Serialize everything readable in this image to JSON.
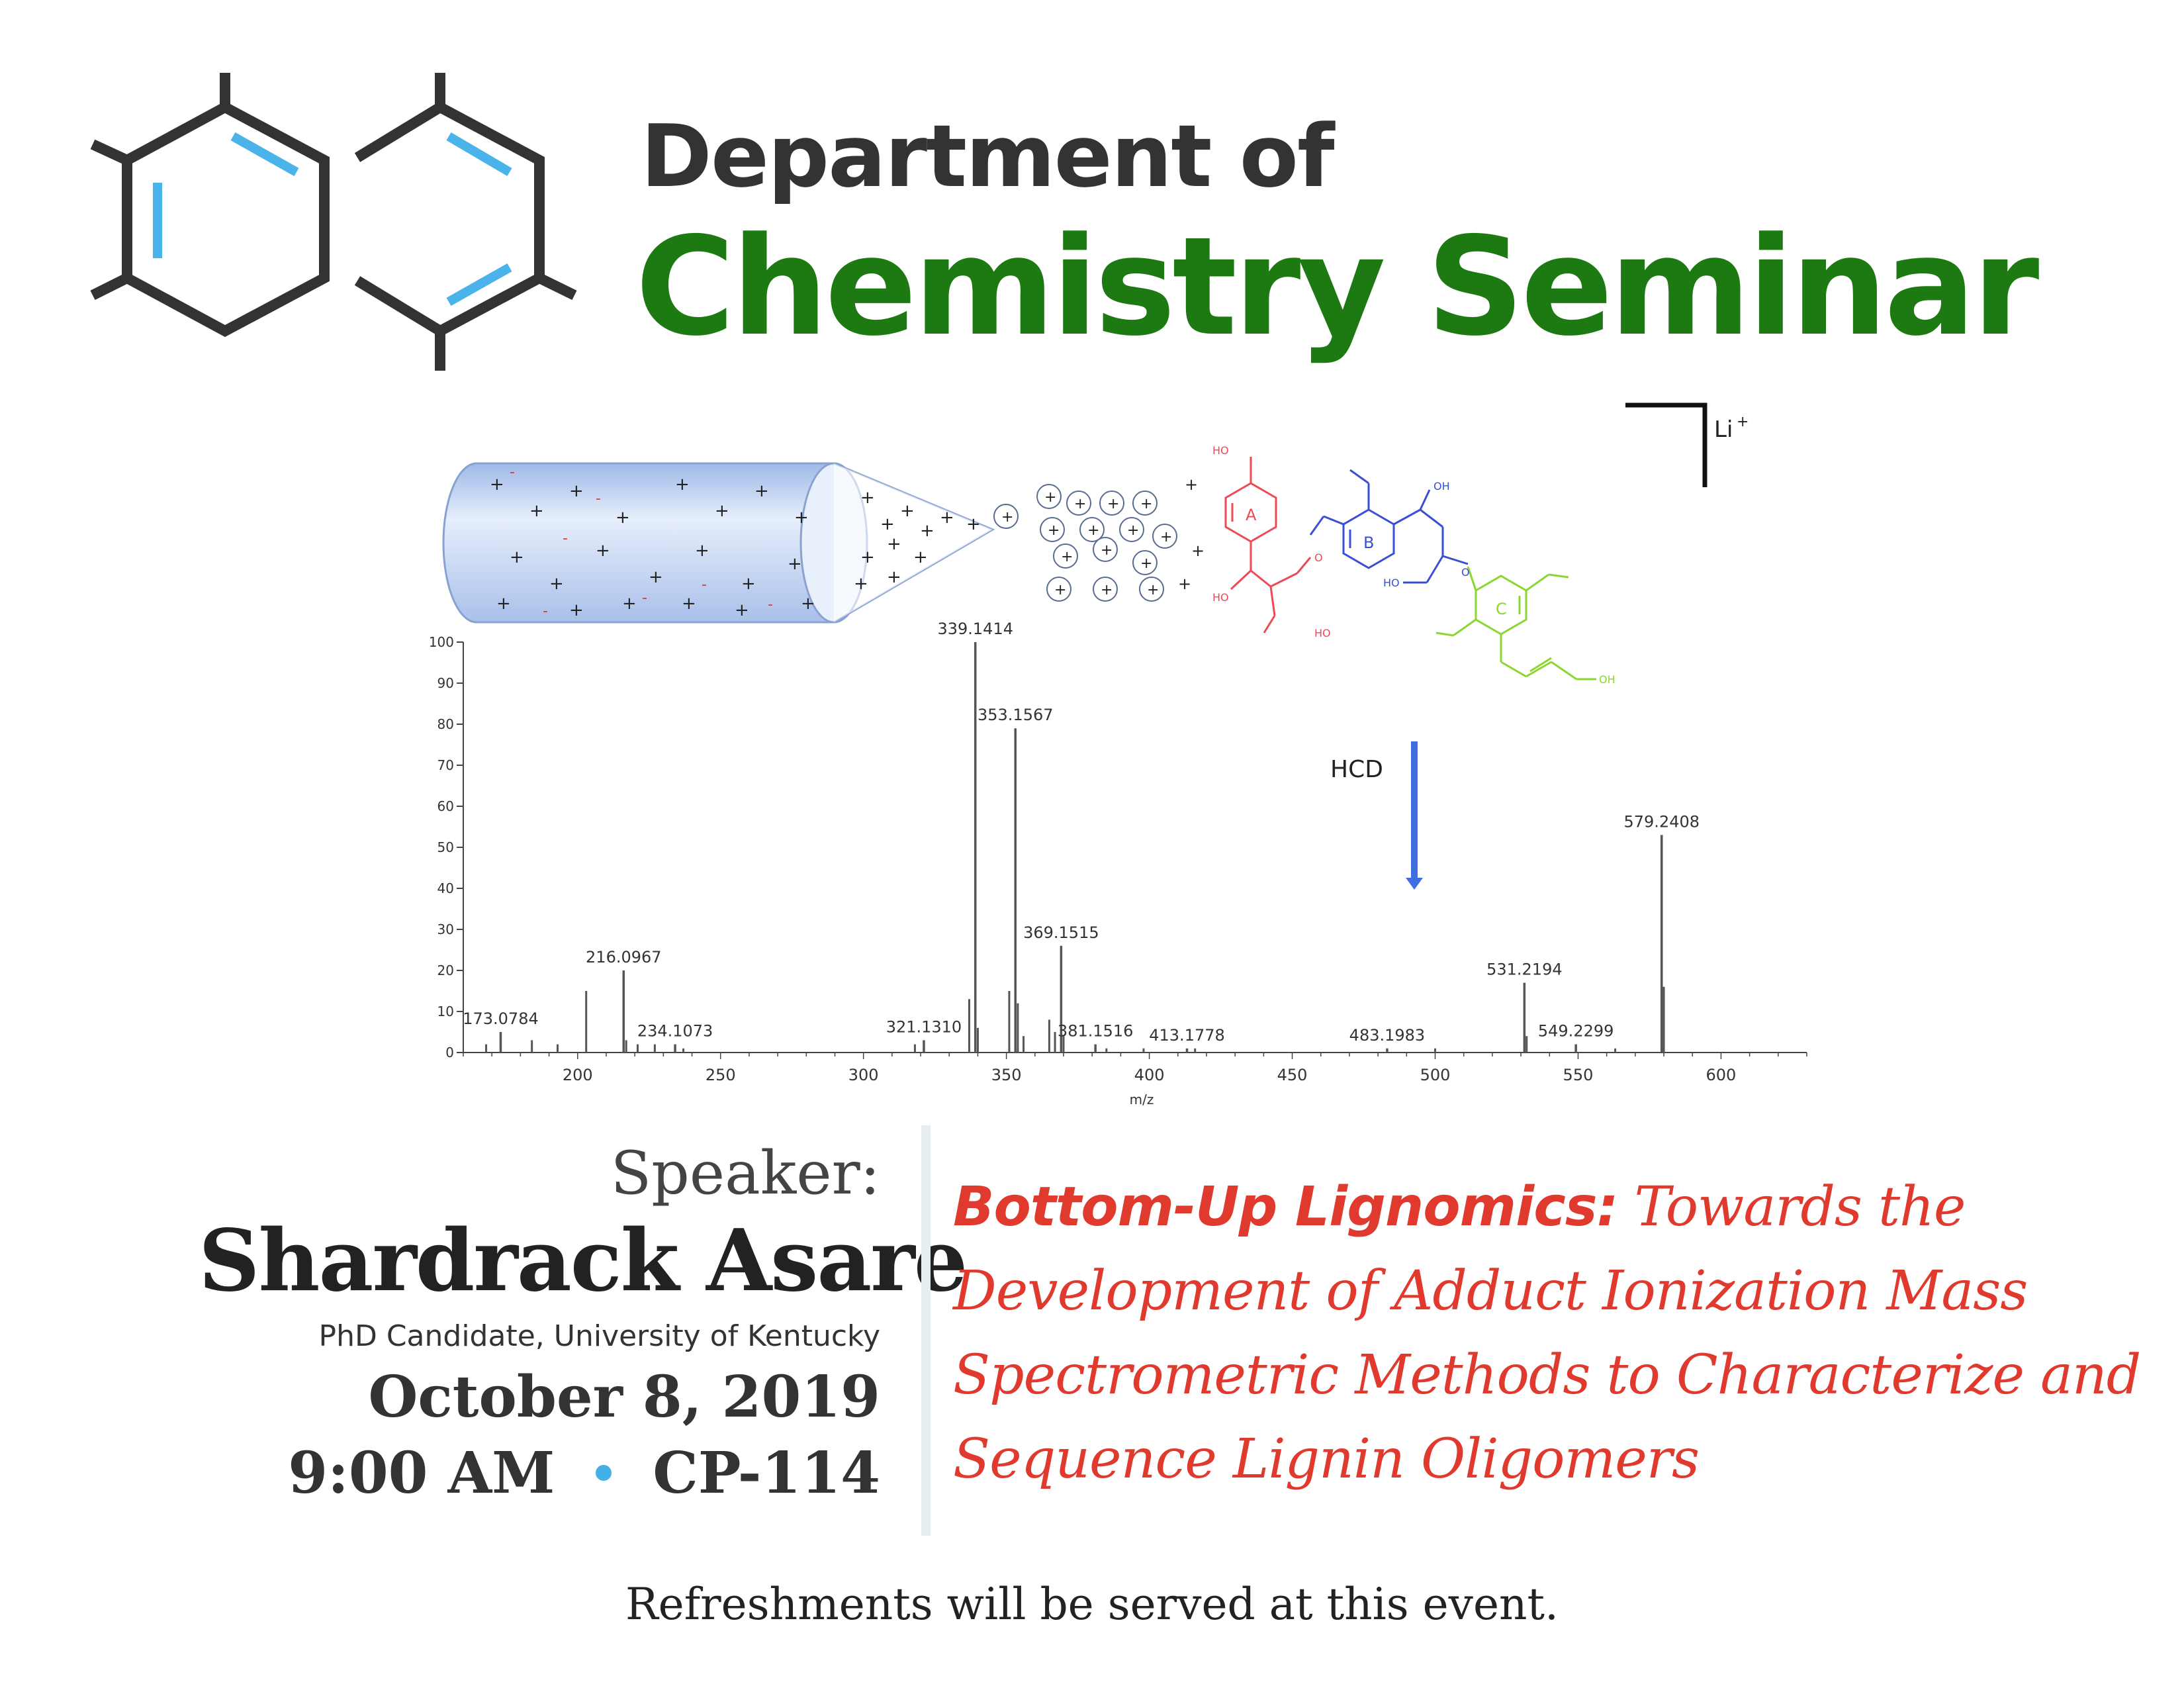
{
  "header": {
    "line1": "Department  of",
    "line2": "Chemistry Seminar"
  },
  "colors": {
    "bond": "#333333",
    "double_bond": "#4ab4ea",
    "heading_green": "#1d7a12",
    "title_red": "#e03a2e",
    "ring_a": "#ee4a55",
    "ring_b": "#3a4fd6",
    "ring_c": "#8bd631",
    "tube_fill": "#bdd0ef",
    "hcd_arrow": "#3d6fe0",
    "bullet": "#45b0e6"
  },
  "figure": {
    "ion_label": "Li",
    "ion_charge": "+",
    "hcd_label": "HCD",
    "ring_labels": [
      "A",
      "B",
      "C"
    ],
    "ho_label": "HO",
    "oh_label": "OH",
    "o_label": "O"
  },
  "chart_data": {
    "type": "bar",
    "xlabel": "m/z",
    "ylabel": "",
    "xlim": [
      160,
      630
    ],
    "ylim": [
      0,
      100
    ],
    "x_ticks": [
      200,
      250,
      300,
      350,
      400,
      450,
      500,
      550,
      600
    ],
    "y_ticks": [
      0,
      10,
      20,
      30,
      40,
      50,
      60,
      70,
      80,
      90,
      100
    ],
    "labeled_peaks": [
      {
        "x": 173.0784,
        "y": 5,
        "label": "173.0784"
      },
      {
        "x": 216.0967,
        "y": 20,
        "label": "216.0967"
      },
      {
        "x": 234.1073,
        "y": 2,
        "label": "234.1073"
      },
      {
        "x": 321.131,
        "y": 3,
        "label": "321.1310"
      },
      {
        "x": 339.1414,
        "y": 100,
        "label": "339.1414"
      },
      {
        "x": 353.1567,
        "y": 79,
        "label": "353.1567"
      },
      {
        "x": 369.1515,
        "y": 26,
        "label": "369.1515"
      },
      {
        "x": 381.1516,
        "y": 2,
        "label": "381.1516"
      },
      {
        "x": 413.1778,
        "y": 1,
        "label": "413.1778"
      },
      {
        "x": 483.1983,
        "y": 1,
        "label": "483.1983"
      },
      {
        "x": 531.2194,
        "y": 17,
        "label": "531.2194"
      },
      {
        "x": 549.2299,
        "y": 2,
        "label": "549.2299"
      },
      {
        "x": 579.2408,
        "y": 53,
        "label": "579.2408"
      }
    ],
    "minor_peaks": [
      {
        "x": 168,
        "y": 2
      },
      {
        "x": 184,
        "y": 3
      },
      {
        "x": 193,
        "y": 2
      },
      {
        "x": 203,
        "y": 15
      },
      {
        "x": 217,
        "y": 3
      },
      {
        "x": 221,
        "y": 2
      },
      {
        "x": 227,
        "y": 2
      },
      {
        "x": 237,
        "y": 1
      },
      {
        "x": 318,
        "y": 2
      },
      {
        "x": 337,
        "y": 13
      },
      {
        "x": 340,
        "y": 6
      },
      {
        "x": 351,
        "y": 15
      },
      {
        "x": 354,
        "y": 12
      },
      {
        "x": 356,
        "y": 4
      },
      {
        "x": 365,
        "y": 8
      },
      {
        "x": 367,
        "y": 5
      },
      {
        "x": 370,
        "y": 4
      },
      {
        "x": 385,
        "y": 1
      },
      {
        "x": 398,
        "y": 1
      },
      {
        "x": 416,
        "y": 1
      },
      {
        "x": 500,
        "y": 1
      },
      {
        "x": 532,
        "y": 4
      },
      {
        "x": 580,
        "y": 16
      },
      {
        "x": 563,
        "y": 1
      }
    ]
  },
  "speaker": {
    "label": "Speaker:",
    "name": "Shardrack Asare",
    "affiliation": "PhD Candidate, University of Kentucky",
    "date": "October 8, 2019",
    "time": "9:00 AM",
    "room": "CP-114"
  },
  "talk": {
    "title_bold": "Bottom-Up Lignomics:",
    "title_rest": " Towards the Development of Adduct Ionization Mass Spectrometric Methods to Characterize and Sequence Lignin Oligomers"
  },
  "footer": {
    "note": "Refreshments will be served at this event."
  }
}
